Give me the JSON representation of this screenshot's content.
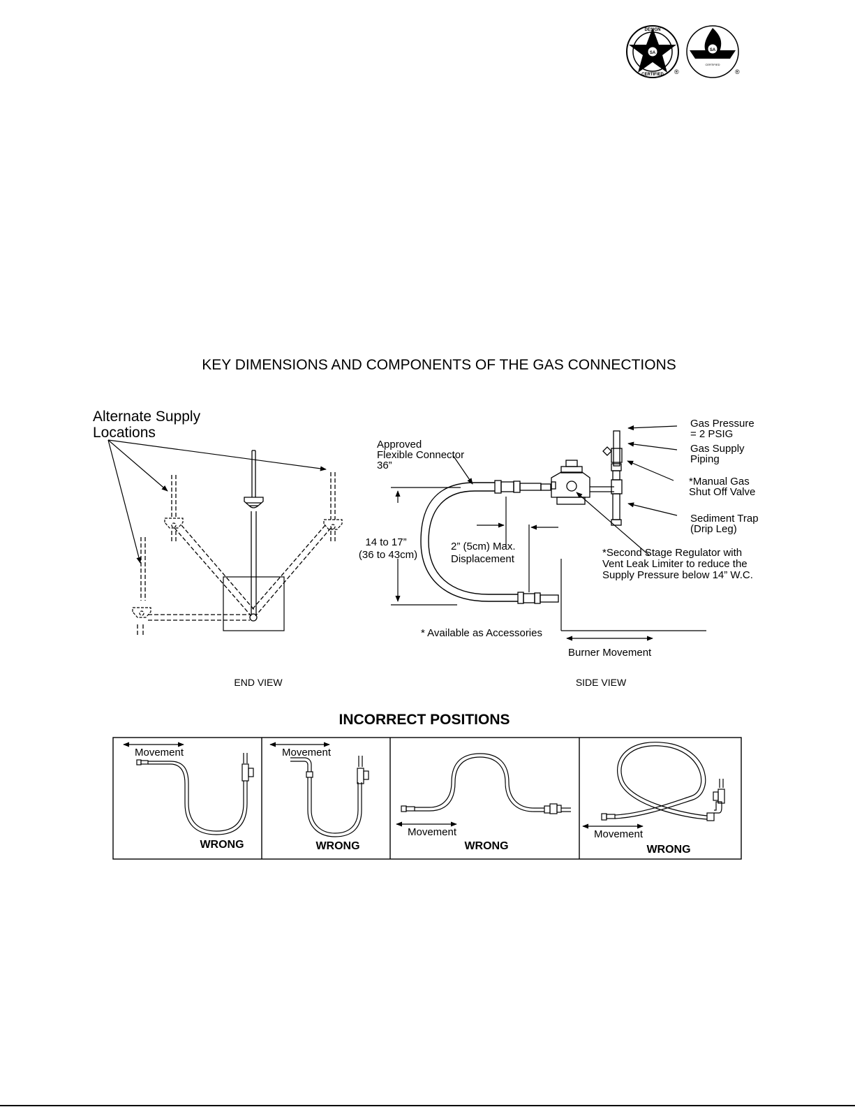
{
  "header": {
    "logos": [
      {
        "name": "design-certified-seal",
        "ring_top": "DESIGN",
        "ring_bottom": "CERTIFIED",
        "mark": "®",
        "center": "SA"
      },
      {
        "name": "flame-certification-seal",
        "small_text": "CERTIFIED",
        "mark": "®",
        "center": "SA"
      }
    ]
  },
  "title": "KEY DIMENSIONS AND COMPONENTS OF THE GAS CONNECTIONS",
  "end_view": {
    "label_line1": "Alternate Supply",
    "label_line2": "Locations",
    "caption": "END VIEW"
  },
  "side_view": {
    "connector_line1": "Approved",
    "connector_line2": "Flexible Connector",
    "connector_line3": "36”",
    "height_line1": "14 to 17”",
    "height_line2": "(36 to 43cm)",
    "displacement_line1": "2” (5cm) Max.",
    "displacement_line2": "Displacement",
    "gas_pressure_line1": "Gas Pressure",
    "gas_pressure_line2": "= 2 PSIG",
    "supply_line1": "Gas Supply",
    "supply_line2": "Piping",
    "valve_line1": "*Manual Gas",
    "valve_line2": "Shut Off Valve",
    "trap_line1": "Sediment Trap",
    "trap_line2": "(Drip Leg)",
    "regulator_line1": "*Second Stage Regulator with",
    "regulator_line2": "Vent Leak Limiter to reduce the",
    "regulator_line3": "Supply Pressure below 14” W.C.",
    "accessories": "* Available as Accessories",
    "burner_movement": "Burner Movement",
    "caption": "SIDE VIEW"
  },
  "incorrect": {
    "heading": "INCORRECT POSITIONS",
    "panels": [
      {
        "movement": "Movement",
        "verdict": "WRONG"
      },
      {
        "movement": "Movement",
        "verdict": "WRONG"
      },
      {
        "movement": "Movement",
        "verdict": "WRONG"
      },
      {
        "movement": "Movement",
        "verdict": "WRONG"
      }
    ]
  },
  "colors": {
    "ink": "#000000",
    "paper": "#ffffff"
  }
}
